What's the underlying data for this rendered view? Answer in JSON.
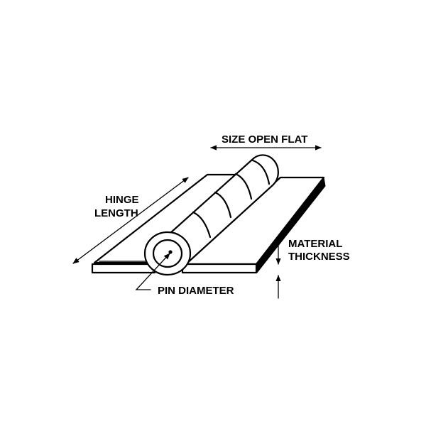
{
  "labels": {
    "size_open_flat": "SIZE OPEN FLAT",
    "hinge_length_line1": "HINGE",
    "hinge_length_line2": "LENGTH",
    "material_thickness_line1": "MATERIAL",
    "material_thickness_line2": "THICKNESS",
    "pin_diameter": "PIN DIAMETER"
  },
  "colors": {
    "ink": "#000000",
    "background": "#ffffff"
  }
}
